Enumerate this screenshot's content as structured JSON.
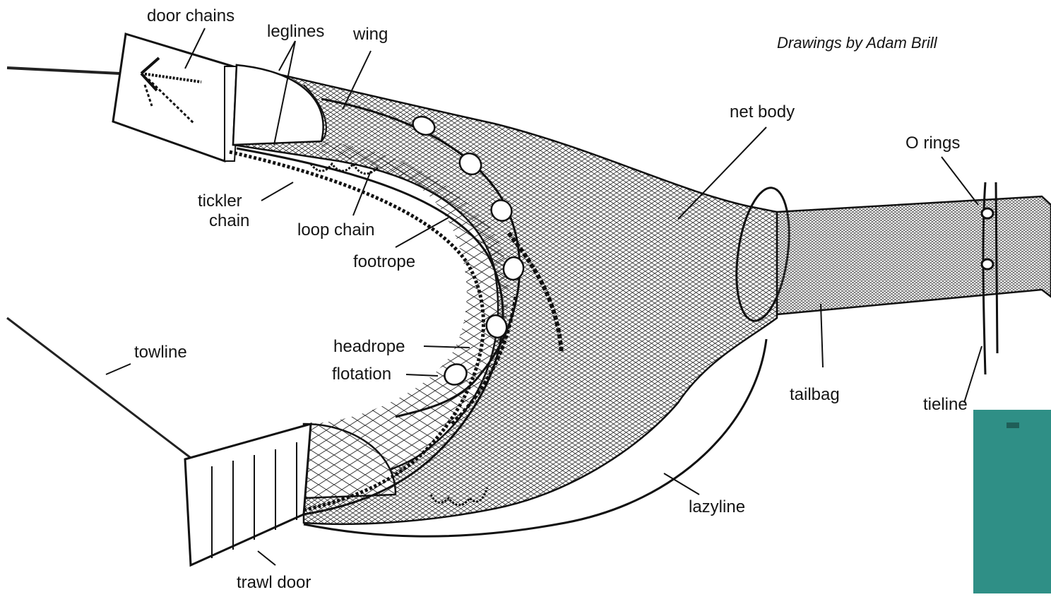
{
  "credit": "Drawings by Adam Brill",
  "labels": {
    "door_chains": "door chains",
    "leglines": "leglines",
    "wing": "wing",
    "net_body": "net body",
    "o_rings": "O rings",
    "tickler_chain_1": "tickler",
    "tickler_chain_2": "chain",
    "loop_chain": "loop chain",
    "footrope": "footrope",
    "headrope": "headrope",
    "flotation": "flotation",
    "towline": "towline",
    "tailbag": "tailbag",
    "tieline": "tieline",
    "lazyline": "lazyline",
    "trawl_door": "trawl door"
  },
  "colors": {
    "ink": "#1a1a1a",
    "paper": "#ffffff",
    "teal_corner": "#2f8f86"
  }
}
